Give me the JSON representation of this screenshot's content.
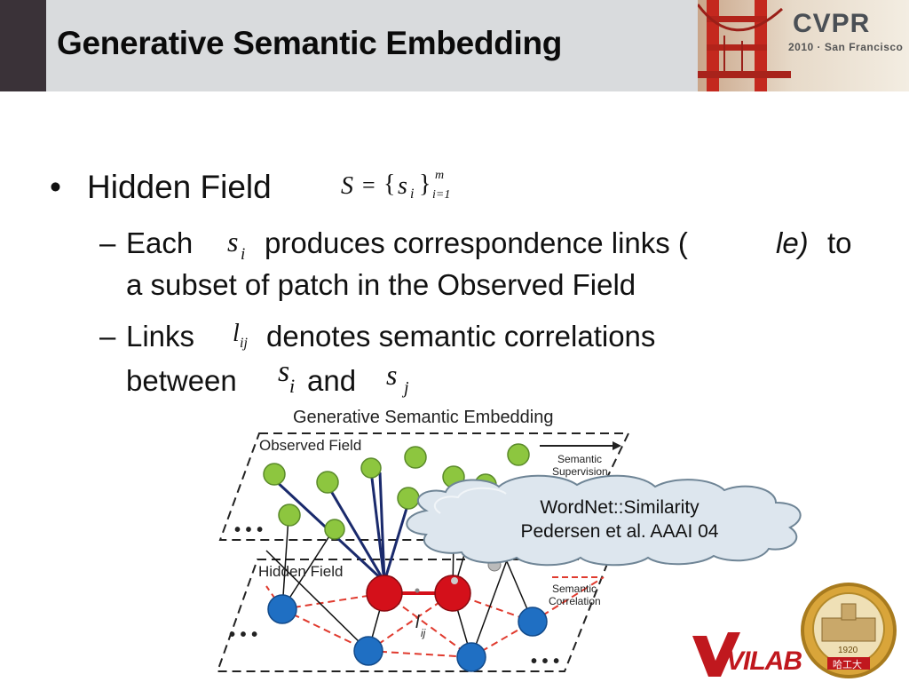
{
  "slide": {
    "title": "Generative Semantic Embedding",
    "bullet1": {
      "label": "Hidden Field",
      "formula_lhs": "S",
      "formula_eq": "=",
      "formula_set_open": "{",
      "formula_s": "s",
      "formula_sub": "i",
      "formula_set_close": "}",
      "formula_sup_m": "m",
      "formula_sub_range": "i=1"
    },
    "sub1": {
      "dash": "–",
      "each": "Each",
      "var_s": "s",
      "var_i": "i",
      "text_a": "produces correspondence links (",
      "text_le": "le)",
      "text_to": "to",
      "line2": "a subset of patch in the Observed Field"
    },
    "sub2": {
      "dash": "–",
      "links": "Links",
      "var_l": "l",
      "var_ij": "ij",
      "text_a": "denotes semantic correlations",
      "between": "between",
      "var_si_s": "s",
      "var_si_i": "i",
      "and": "and",
      "var_sj_s": "s",
      "var_sj_j": "j"
    }
  },
  "logo": {
    "cvpr": "CVPR",
    "cvpr_sub": "2010 · San Francisco",
    "vilab": "VILAB",
    "seal_year": "1920",
    "seal_text": "哈工大"
  },
  "diagram": {
    "title": "Generative Semantic Embedding",
    "observed_field": "Observed Field",
    "hidden_field": "Hidden Field",
    "semantic_supervision_1": "Semantic",
    "semantic_supervision_2": "Supervision",
    "semantic_correlation_1": "Semantic",
    "semantic_correlation_2": "Correlation",
    "dots_a": "• • •",
    "dots_b": "• • •",
    "dots_c": "• • •",
    "link_label_l": "l",
    "link_label_ij": "ij",
    "colors": {
      "observed_node": "#8dc63f",
      "hidden_node": "#1f6fc3",
      "active_node": "#d4101a",
      "correlation_line": "#e03a2e",
      "link_line": "#1a2a6c"
    }
  },
  "cloud": {
    "line1": "WordNet::Similarity",
    "line2": "Pedersen et al. AAAI 04"
  }
}
